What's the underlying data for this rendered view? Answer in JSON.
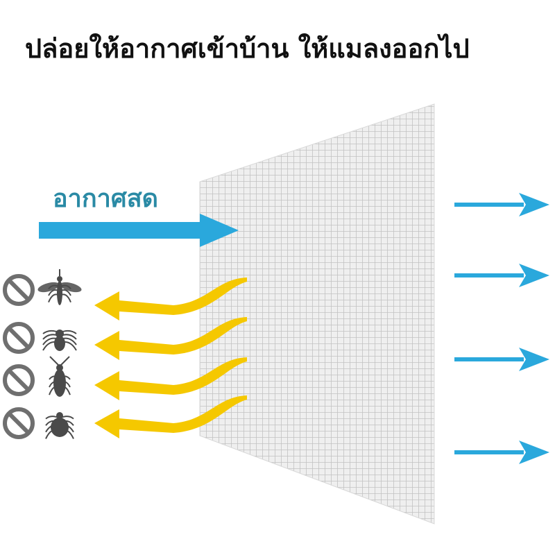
{
  "headline": "ปล่อยให้อากาศเข้าบ้าน ให้แมลงออกไป",
  "fresh_air_label": "อากาศสด",
  "colors": {
    "air_blue": "#2aa8dc",
    "label_teal": "#2a8aa5",
    "insect_yellow": "#f5c800",
    "mesh_line": "#c4c4c4",
    "mesh_bg": "#eeeeee",
    "forbid_gray": "#6f6f6f",
    "bug_gray": "#4a4a4a"
  },
  "blocked_insects": [
    {
      "icon": "mosquito-icon"
    },
    {
      "icon": "spider-icon"
    },
    {
      "icon": "cockroach-icon"
    },
    {
      "icon": "tick-icon"
    }
  ],
  "airflow_arrows_out": 4
}
